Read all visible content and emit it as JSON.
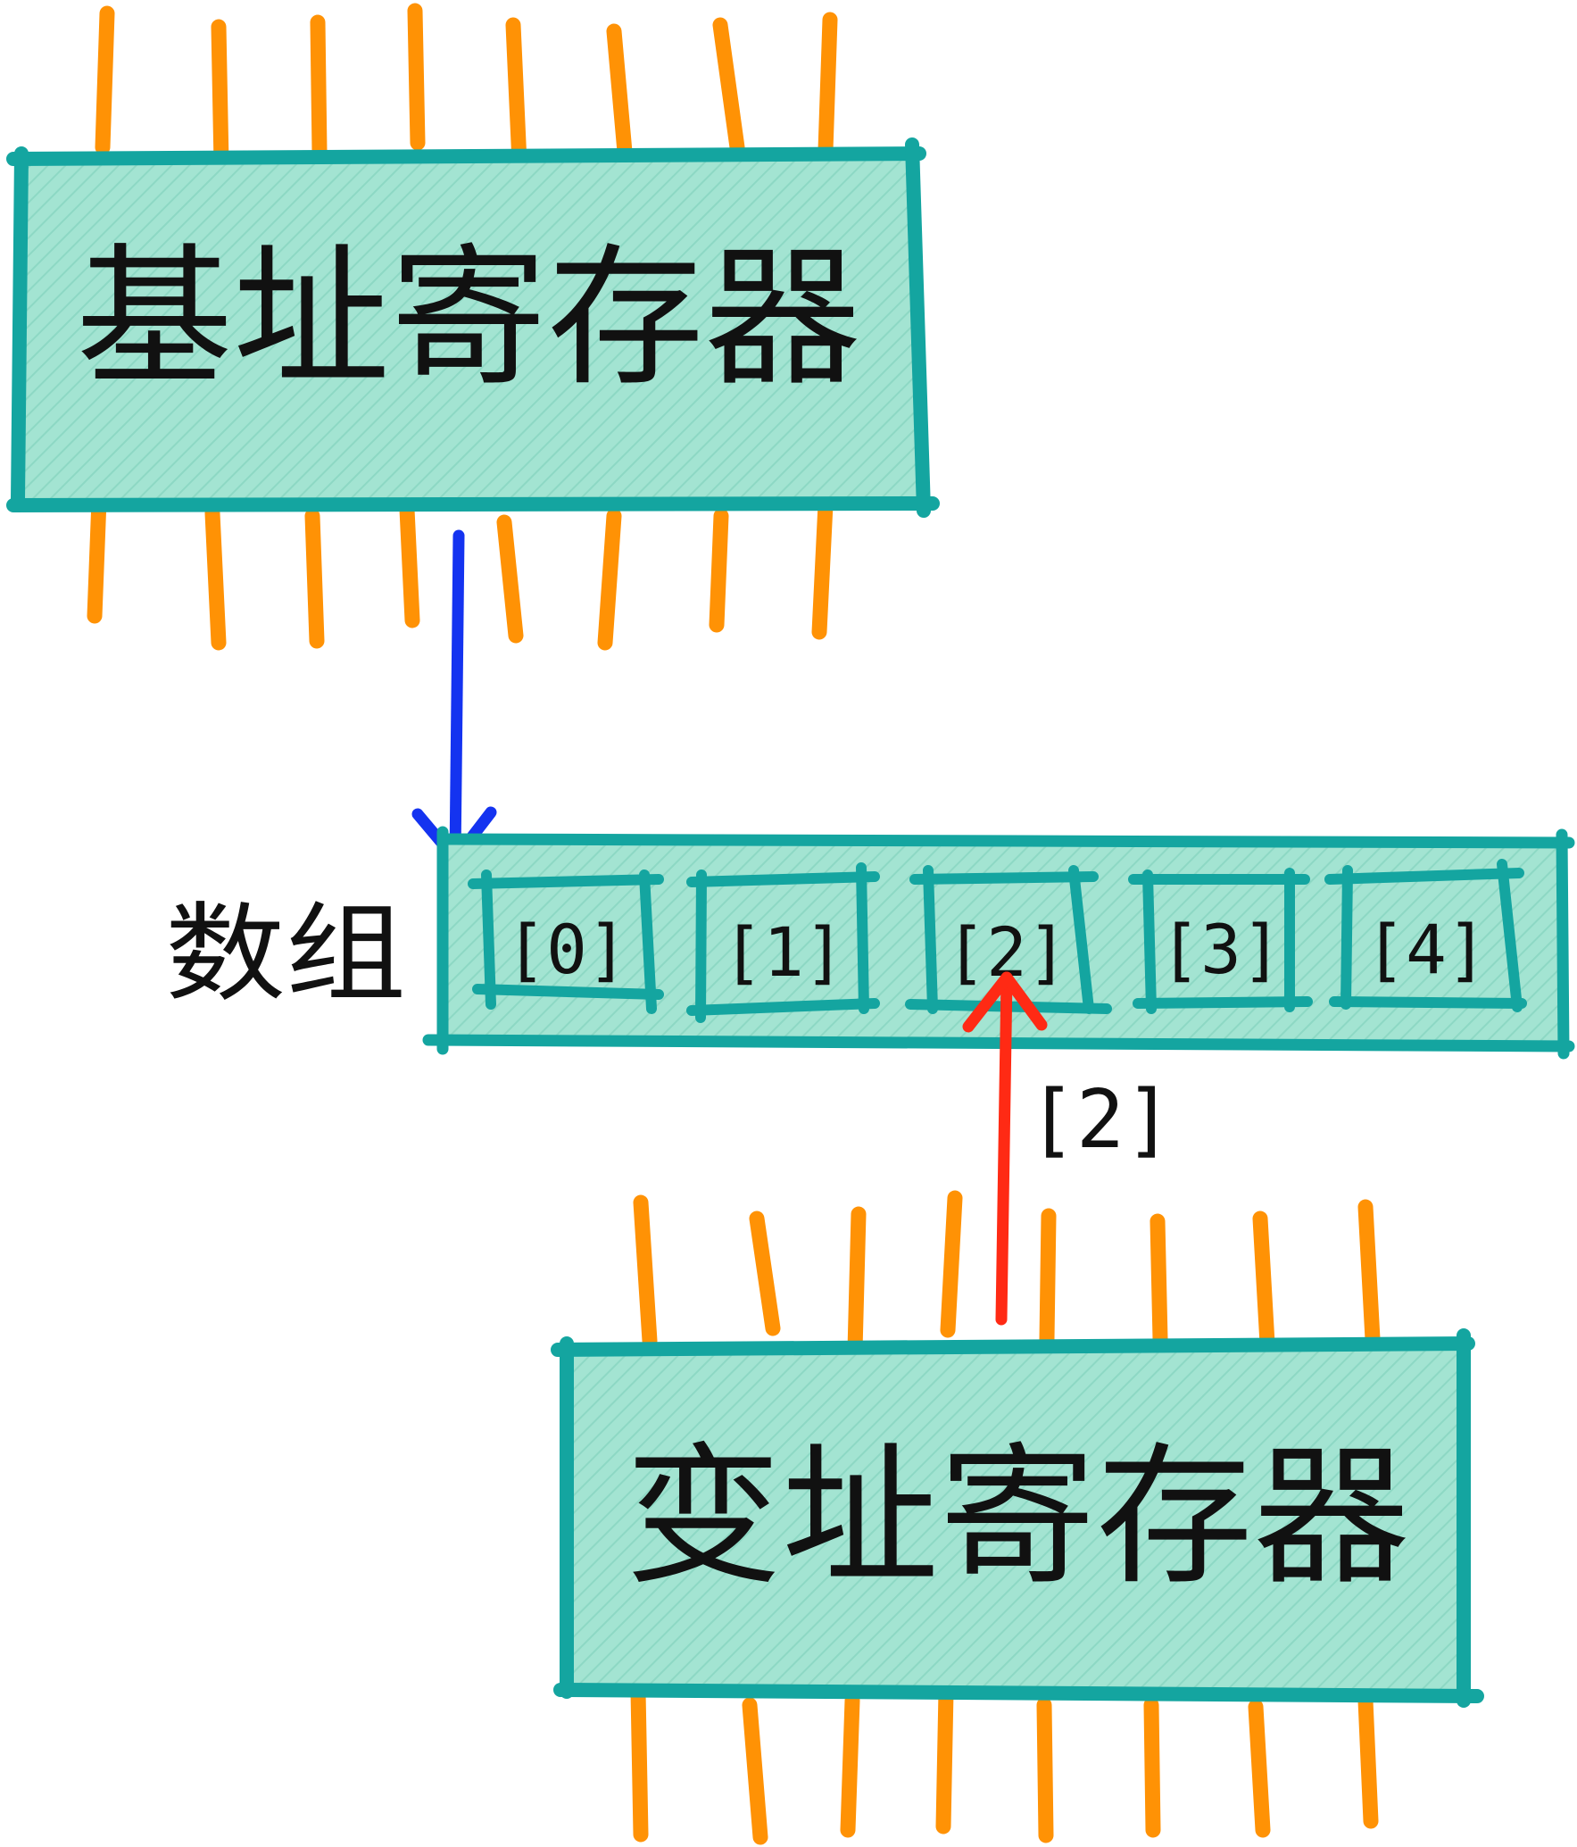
{
  "colors": {
    "chip_fill": "#A3E4D2",
    "chip_stripe": "#8DD8C4",
    "chip_border": "#14A5A0",
    "pin": "#FF9205",
    "base_arrow": "#1433F0",
    "index_arrow": "#FF2A14",
    "text": "#111111"
  },
  "base_register": {
    "label": "基址寄存器"
  },
  "index_register": {
    "label": "变址寄存器"
  },
  "array": {
    "label": "数组",
    "cells": [
      "[0]",
      "[1]",
      "[2]",
      "[3]",
      "[4]"
    ]
  },
  "index_arrow": {
    "label": "[2]"
  }
}
